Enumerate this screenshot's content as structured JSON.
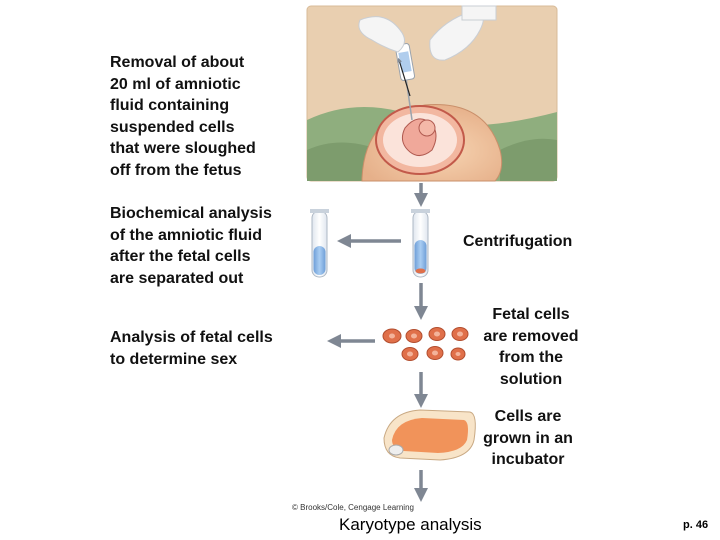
{
  "steps": {
    "removal": [
      "Removal of about",
      "20 ml of amniotic",
      "fluid containing",
      "suspended cells",
      "that were sloughed",
      "off from the fetus"
    ],
    "biochemical": [
      "Biochemical analysis",
      "of the amniotic fluid",
      "after the fetal cells",
      "are separated out"
    ],
    "centrifugation": [
      "Centrifugation"
    ],
    "fetal_cells_removed": [
      "Fetal cells",
      "are removed",
      "from the",
      "solution"
    ],
    "analysis_sex": [
      "Analysis of fetal cells",
      "to determine sex"
    ],
    "incubator": [
      "Cells are",
      "grown in an",
      "incubator"
    ]
  },
  "credit": "© Brooks/Cole, Cengage Learning",
  "footer": "Karyotype analysis",
  "page_number": "p. 46",
  "colors": {
    "arrow": "#7f8793",
    "fluid": "#8fb8e6",
    "cells": "#e0704a",
    "dish_medium": "#f08a4e",
    "drape": "#8fae7e",
    "skin": "#f2c9a4",
    "background_scene": "#e9cfb0"
  }
}
